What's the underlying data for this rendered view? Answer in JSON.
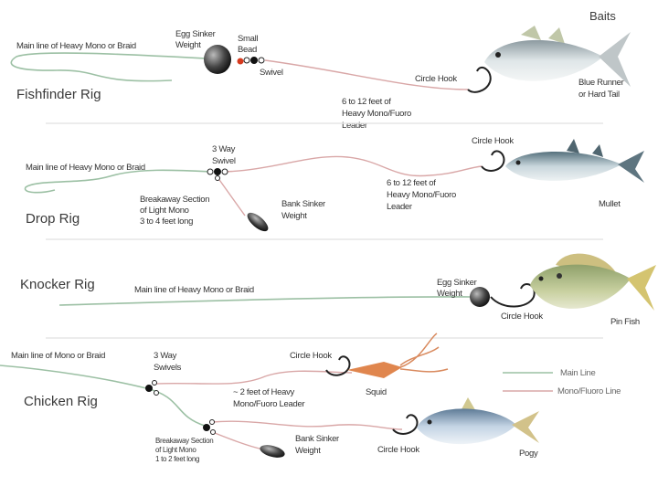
{
  "header": {
    "baits": "Baits"
  },
  "rigs": [
    {
      "name": "Fishfinder Rig",
      "mainline": "Main line of Heavy Mono or Braid",
      "sinker": [
        "Egg Sinker",
        "Weight"
      ],
      "bead": [
        "Small",
        "Bead"
      ],
      "swivel": "Swivel",
      "leader": [
        "6 to 12 feet of",
        "Heavy Mono/Fuoro",
        "Leader"
      ],
      "hook": "Circle Hook",
      "bait": [
        "Blue Runner",
        "or Hard Tail"
      ]
    },
    {
      "name": "Drop Rig",
      "mainline": "Main line of Heavy Mono or Braid",
      "swivel": [
        "3 Way",
        "Swivel"
      ],
      "breakaway": [
        "Breakaway Section",
        "of Light  Mono",
        "3 to 4 feet long"
      ],
      "sinker": [
        "Bank Sinker",
        "Weight"
      ],
      "leader": [
        "6 to 12 feet of",
        "Heavy Mono/Fuoro",
        "Leader"
      ],
      "hook": "Circle Hook",
      "bait": "Mullet"
    },
    {
      "name": "Knocker Rig",
      "mainline": "Main line of Heavy Mono or Braid",
      "sinker": [
        "Egg Sinker",
        "Weight"
      ],
      "hook": "Circle Hook",
      "bait": "Pin Fish"
    },
    {
      "name": "Chicken Rig",
      "mainline": "Main line of Mono or Braid",
      "swivel": [
        "3 Way",
        "Swivels"
      ],
      "leader": [
        "~ 2 feet of Heavy",
        "Mono/Fuoro Leader"
      ],
      "hook1": "Circle Hook",
      "bait1": "Squid",
      "breakaway": [
        "Breakaway Section",
        "of Light  Mono",
        "1 to 2 feet long"
      ],
      "sinker": [
        "Bank Sinker",
        "Weight"
      ],
      "hook2": "Circle Hook",
      "bait2": "Pogy"
    }
  ],
  "legend": [
    {
      "label": "Main Line",
      "color": "#9cc0a4"
    },
    {
      "label": "Mono/Fluoro Line",
      "color": "#d9a7a7"
    }
  ]
}
